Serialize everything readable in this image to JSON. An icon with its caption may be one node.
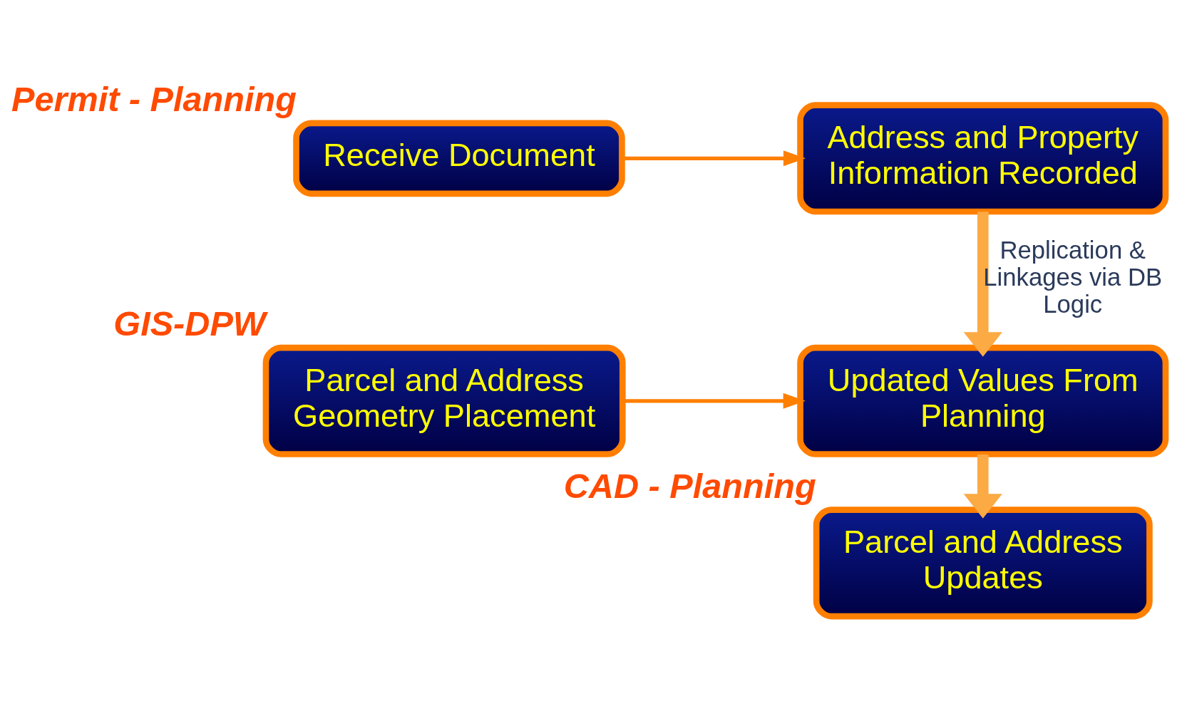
{
  "diagram": {
    "nodes": [
      {
        "text": [
          "Receive Document"
        ],
        "beside": [
          "Permit - Planning"
        ]
      },
      {
        "text": [
          "Address and Property Information Recorded"
        ]
      },
      {
        "text": [
          "Parcel and Address Geometry Placement"
        ],
        "beside": [
          "GIS-DPW"
        ]
      },
      {
        "text": [
          "Updated Values From Planning"
        ]
      },
      {
        "text": [
          "Parcel and Address Updates"
        ],
        "beside": [
          "CAD - Planning"
        ]
      }
    ],
    "edges": [
      {
        "from": 0,
        "to": 1,
        "arrow": "to"
      },
      {
        "from": 1,
        "to": 3,
        "arrow": "to",
        "label": "Replication & Linkages via DB Logic",
        "style": "thick",
        "color": "#fbaa44"
      },
      {
        "from": 2,
        "to": 3,
        "arrow": "to"
      },
      {
        "from": 3,
        "to": 4,
        "arrow": "to",
        "style": "thick",
        "color": "#fbaa44"
      }
    ]
  }
}
